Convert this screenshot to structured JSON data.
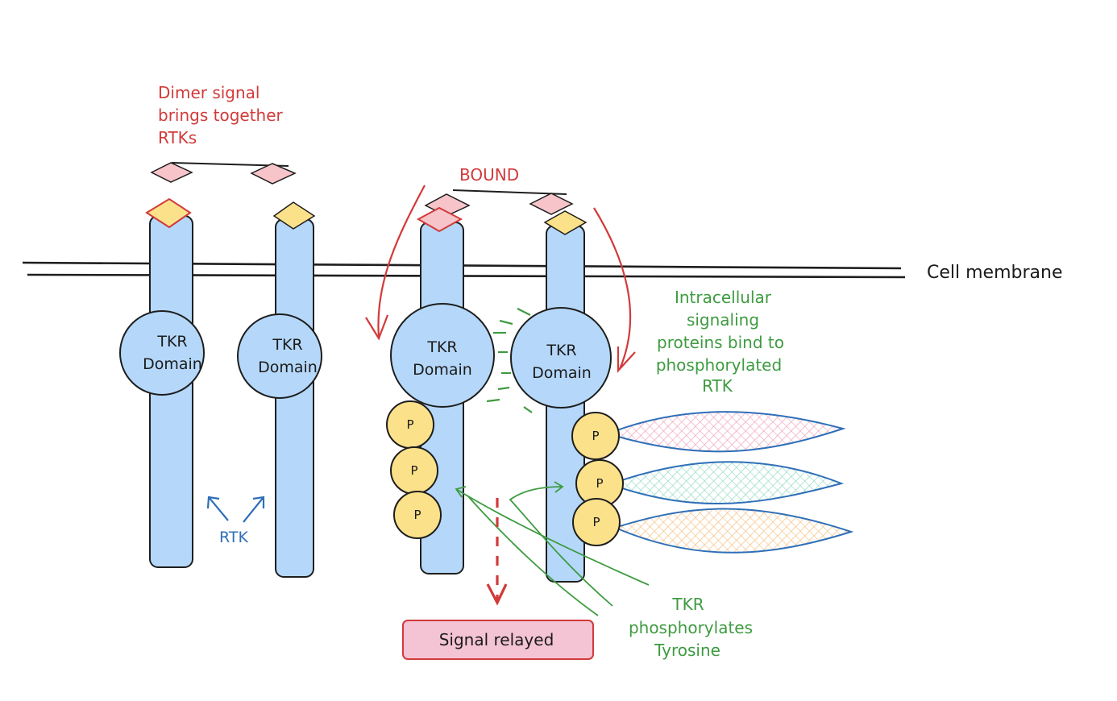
{
  "labels": {
    "dimer_signal": [
      "Dimer signal",
      "brings together",
      "RTKs"
    ],
    "bound": "BOUND",
    "cell_membrane": "Cell membrane",
    "intracellular": [
      "Intracellular",
      "signaling",
      "proteins bind to",
      "phosphorylated",
      "RTK"
    ],
    "tkr_phosphorylates": [
      "TKR",
      "phosphorylates",
      "Tyrosine"
    ],
    "rtk": "RTK",
    "signal_relayed": "Signal relayed",
    "domain": [
      "TKR",
      "Domain"
    ],
    "phosphate": "P"
  },
  "colors": {
    "receptor": "#b5d8fa",
    "outline": "#1e1e1e",
    "ligand": "#f6c4c9",
    "binding_site": "#fbe18a",
    "phosphate": "#fbe18a",
    "red": "#d23a3a",
    "green": "#3e9b40",
    "blue": "#2f6fb8",
    "relay_box": "#f4c4d4",
    "protein_pink": "#f7b8c8",
    "protein_teal": "#a8e3d2",
    "protein_orange": "#fbd3a0",
    "protein_outline": "#2f6fb8"
  }
}
